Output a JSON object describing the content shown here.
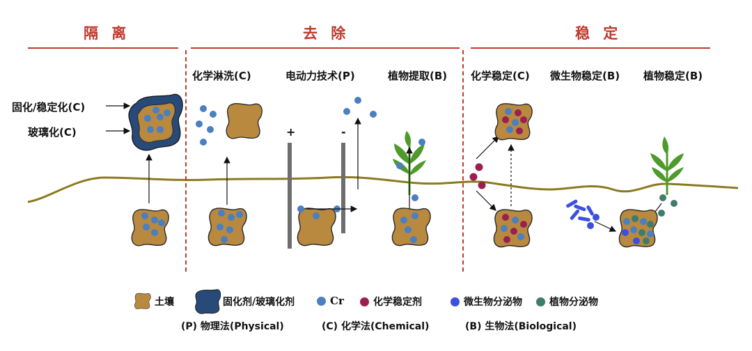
{
  "headers": {
    "isolation": "隔 离",
    "removal": "去 除",
    "stabilization": "稳 定"
  },
  "method_labels": {
    "chem_washing": "化学淋洗(C)",
    "electrokinetic": "电动力技术(P)",
    "phyto_extraction": "植物提取(B)",
    "chem_stabilization": "化学稳定(C)",
    "microbial_stabilization": "微生物稳定(B)",
    "phyto_stabilization": "植物稳定(B)"
  },
  "side_labels": {
    "solidification": "固化/稳定化(C)",
    "vitrification": "玻璃化(C)"
  },
  "electrode_signs": {
    "anode": "+",
    "cathode": "-"
  },
  "legend": {
    "soil": "土壤",
    "solidifier": "固化剂/玻璃化剂",
    "cr": "Cr",
    "chem_agent": "化学稳定剂",
    "microbe_secretion": "微生物分泌物",
    "plant_secretion": "植物分泌物"
  },
  "footnote": {
    "physical": "(P)   物理法(Physical)",
    "chemical": "(C)   化学法(Chemical)",
    "biological": "(B)   生物法(Biological)"
  },
  "colors": {
    "accent_red": "#c0392b",
    "soil": "#b8893f",
    "soil_outline": "#2b2b2b",
    "ground_line": "#8a7a1e",
    "cr_dot": "#4a7fc1",
    "chem_agent": "#9b1f4f",
    "microbe_secretion": "#3b50e0",
    "plant_secretion": "#3e7c6e",
    "solidifier": "#274a78",
    "leaf": "#4e9a2a"
  }
}
